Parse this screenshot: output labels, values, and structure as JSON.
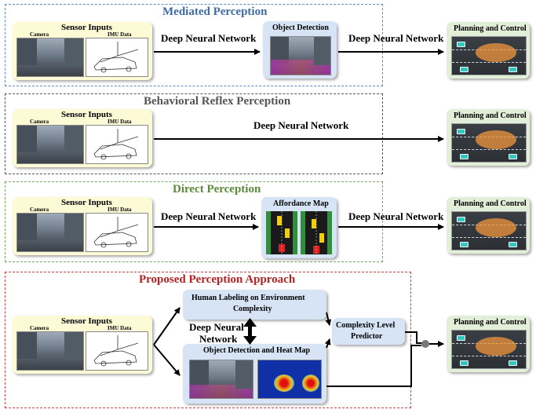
{
  "sections": {
    "mediated": {
      "title": "Mediated Perception",
      "color": "#3e6aa5",
      "border": "#5b8ac9"
    },
    "behavioral": {
      "title": "Behavioral Reflex Perception",
      "color": "#555555",
      "border": "#555555"
    },
    "direct": {
      "title": "Direct Perception",
      "color": "#5a8a3a",
      "border": "#7aa85a"
    },
    "proposed": {
      "title": "Proposed Perception Approach",
      "color": "#b22222",
      "border": "#c04040"
    }
  },
  "sensor": {
    "title": "Sensor Inputs",
    "camera": "Camera",
    "imu": "IMU Data"
  },
  "planning": {
    "title": "Planning and Control"
  },
  "edges": {
    "dnn": "Deep Neural Network",
    "dnn_line1": "Deep Neural",
    "dnn_line2": "Network"
  },
  "nodes": {
    "object_detection": "Object Detection",
    "affordance_map": "Affordance Map",
    "human_labeling_line1": "Human Labeling on Environment",
    "human_labeling_line2": "Complexity",
    "object_heat": "Object Detection and Heat Map",
    "complexity_line1": "Complexity Level",
    "complexity_line2": "Predictor"
  }
}
